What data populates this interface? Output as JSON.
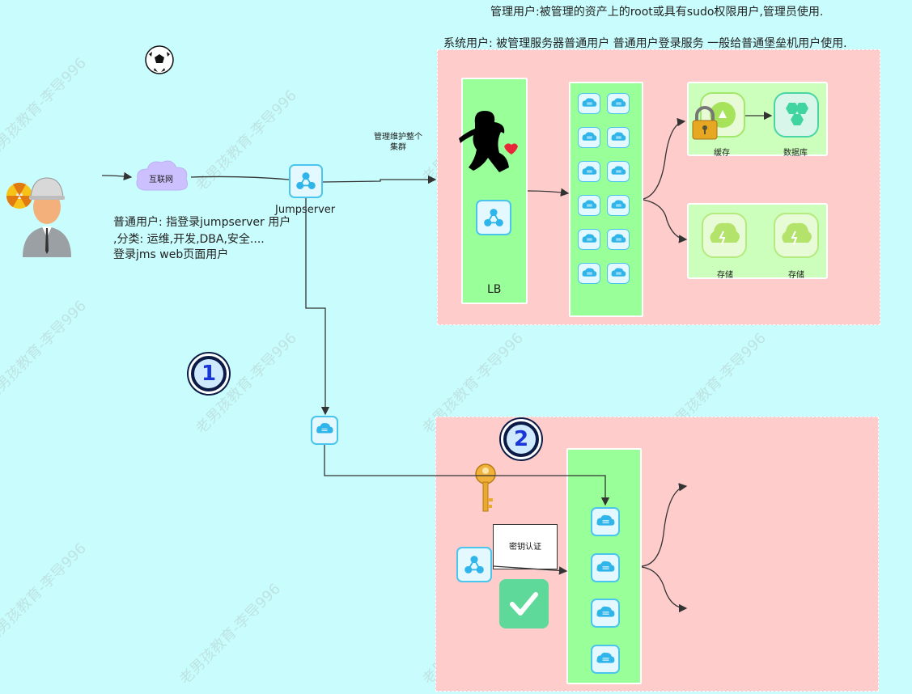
{
  "header": {
    "line1": "管理用户:被管理的资产上的root或具有sudo权限用户,管理员使用.",
    "line2": "系统用户: 被管理服务器普通用户   普通用户登录服务  一般给普通堡垒机用户使用."
  },
  "left": {
    "internet_label": "互联网",
    "jumpserver_label": "Jumpserver",
    "user_desc_1": "普通用户: 指登录jumpserver 用户",
    "user_desc_2": ",分类: 运维,开发,DBA,安全....",
    "user_desc_3": "登录jms web页面用户",
    "edge_label": "管理维护整个\n集群"
  },
  "cluster_top": {
    "lb_label": "LB",
    "cache_label": "缓存",
    "db_label": "数据库",
    "storage_label_1": "存储",
    "storage_label_2": "存储"
  },
  "cluster_bottom": {
    "key_auth_label": "密钥认证"
  },
  "badges": {
    "one": "1",
    "two": "2"
  },
  "watermark": "老男孩教育-李导996",
  "colors": {
    "background": "#c9fdfd",
    "zone": "#ffcccc",
    "column": "#99ff99",
    "pane": "#ccffbb",
    "node_border": "#49c5ee"
  }
}
